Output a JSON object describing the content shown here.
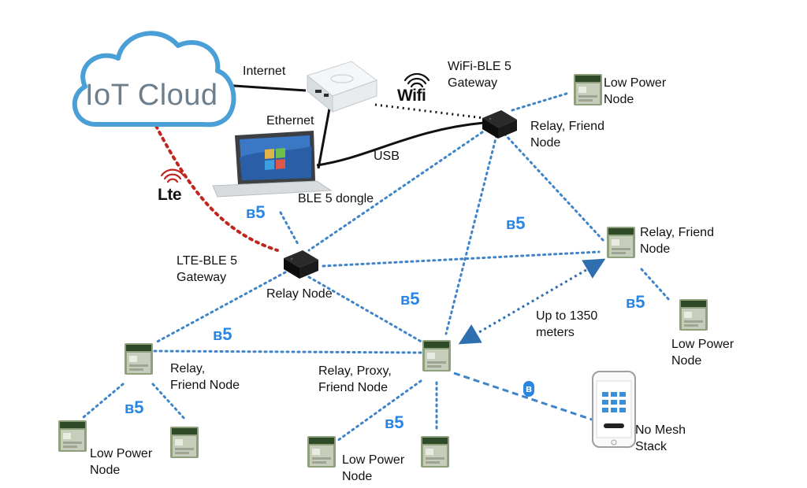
{
  "cloud": {
    "title": "IoT Cloud"
  },
  "links": {
    "internet": "Internet",
    "ethernet": "Ethernet",
    "usb": "USB",
    "ble_dongle": "BLE 5 dongle",
    "range": "Up to 1350\nmeters"
  },
  "brands": {
    "lte": "Lte",
    "wifi": "Wifi"
  },
  "bluetooth": {
    "badge_text": "5",
    "rune": "ʙ"
  },
  "nodes": {
    "wifi_gateway": "WiFi-BLE 5\nGateway",
    "lte_gateway": "LTE-BLE 5\nGateway",
    "relay_node": "Relay Node",
    "relay_friend_top": "Relay, Friend\nNode",
    "relay_friend_right": "Relay, Friend\nNode",
    "relay_friend_left": "Relay,\nFriend Node",
    "relay_proxy_friend": "Relay, Proxy,\nFriend Node",
    "low_power_top": "Low Power\nNode",
    "low_power_right": "Low Power\nNode",
    "low_power_left": "Low Power\nNode",
    "low_power_bottom": "Low Power\nNode",
    "no_mesh": "No Mesh\nStack"
  },
  "colors": {
    "bluetooth_link": "#3f84c8",
    "lte_link": "#c0261f",
    "cloud_outline": "#4a9fd6",
    "bluetooth_blue": "#2b86e2",
    "module_green": "#4f6a3a"
  }
}
